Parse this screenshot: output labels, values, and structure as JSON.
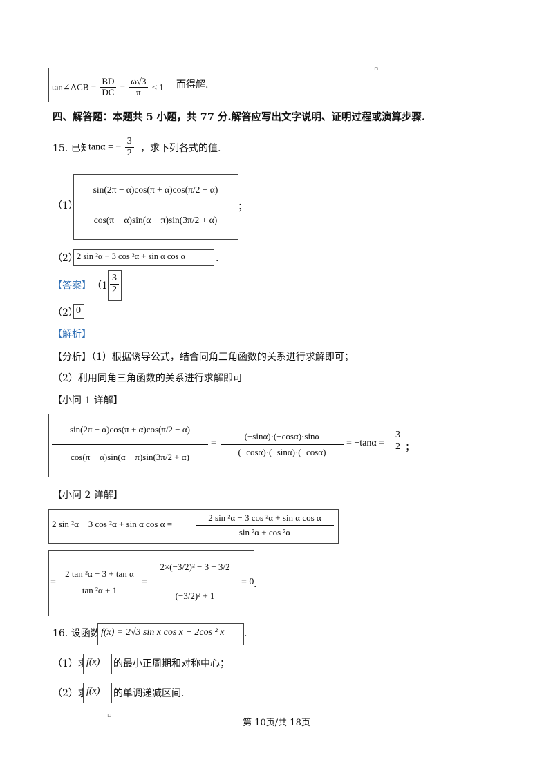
{
  "top_formula": {
    "lhs": "tan∠ACB =",
    "f1_num": "BD",
    "f1_den": "DC",
    "eq": "=",
    "f2_num": "ω√3",
    "f2_den": "π",
    "tail": "< 1"
  },
  "top_tail_text": "而得解.",
  "section_heading": "四、解答题：本题共 5 小题，共 77 分.解答应写出文字说明、证明过程或演算步骤.",
  "q15": {
    "prefix": "15. 已知",
    "given": {
      "lhs": "tanα = −",
      "num": "3",
      "den": "2"
    },
    "suffix": "，求下列各式的值.",
    "p1_label": "（1）",
    "p1_num": "sin(2π − α)cos(π + α)cos(π/2 − α)",
    "p1_den": "cos(π − α)sin(α − π)sin(3π/2 + α)",
    "p1_end": "；",
    "p2_label": "（2）",
    "p2_expr": "2 sin ²α − 3 cos ²α + sin α cos α",
    "p2_end": ".",
    "answer_tag": "【答案】",
    "ans1_label": "（1）",
    "ans1_num": "3",
    "ans1_den": "2",
    "ans2_label": "（2）",
    "ans2_value": "0",
    "analysis_tag": "【解析】",
    "analysis_prefix": "【分析】",
    "analysis_1": "（1）根据诱导公式，结合同角三角函数的关系进行求解即可；",
    "analysis_2": "（2）利用同角三角函数的关系进行求解即可",
    "detail1_tag": "【小问 1 详解】",
    "d1_lhs_num": "sin(2π − α)cos(π + α)cos(π/2 − α)",
    "d1_lhs_den": "cos(π − α)sin(α − π)sin(3π/2 + α)",
    "d1_mid_num": "(−sinα)·(−cosα)·sinα",
    "d1_mid_den": "(−cosα)·(−sinα)·(−cosα)",
    "d1_right": "= −tanα =",
    "d1_res_num": "3",
    "d1_res_den": "2",
    "d1_end": "；",
    "detail2_tag": "【小问 2 详解】",
    "d2a_lhs": "2 sin ²α − 3 cos ²α + sin α cos α =",
    "d2a_num": "2 sin ²α − 3 cos ²α + sin α cos α",
    "d2a_den": "sin ²α + cos ²α",
    "d2b_num": "2 tan ²α − 3 + tan α",
    "d2b_den": "tan ²α + 1",
    "d2b_num2": "2×(−3/2)² − 3 − 3/2",
    "d2b_den2": "(−3/2)² + 1",
    "d2b_res": "= 0",
    "d2b_end": "."
  },
  "q16": {
    "prefix": "16. 设函数",
    "func": "f(x) = 2√3 sin x cos x − 2cos ² x",
    "func_end": ".",
    "p1_label": "（1）求",
    "p1_fx": "f(x)",
    "p1_text": "的最小正周期和对称中心；",
    "p2_label": "（2）求",
    "p2_fx": "f(x)",
    "p2_text": "的单调递减区间."
  },
  "footer": "第 10页/共 18页"
}
